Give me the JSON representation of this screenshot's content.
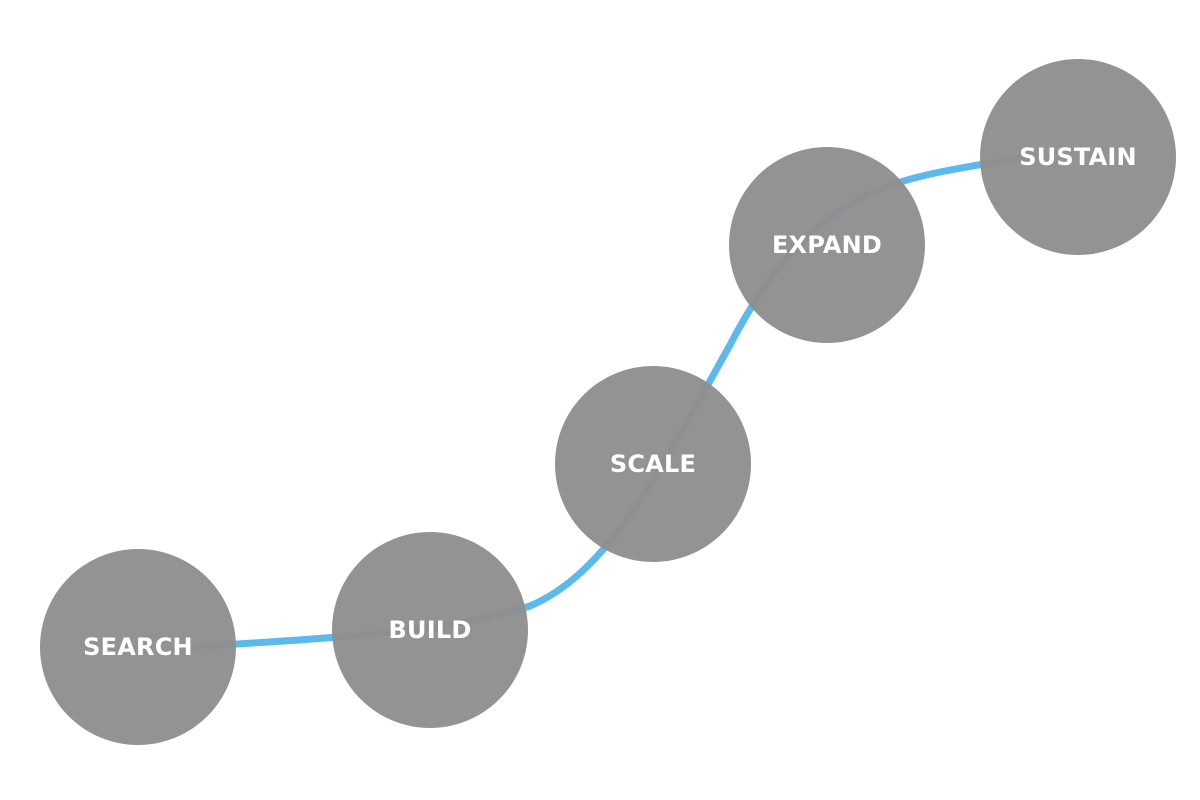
{
  "diagram": {
    "colors": {
      "background": "#ffffff",
      "node_fill": "#8f8f8f",
      "connector": "#5bb9ee",
      "label": "#ffffff"
    },
    "stages": [
      {
        "label": "SEARCH"
      },
      {
        "label": "BUILD"
      },
      {
        "label": "SCALE"
      },
      {
        "label": "EXPAND"
      },
      {
        "label": "SUSTAIN"
      }
    ]
  }
}
